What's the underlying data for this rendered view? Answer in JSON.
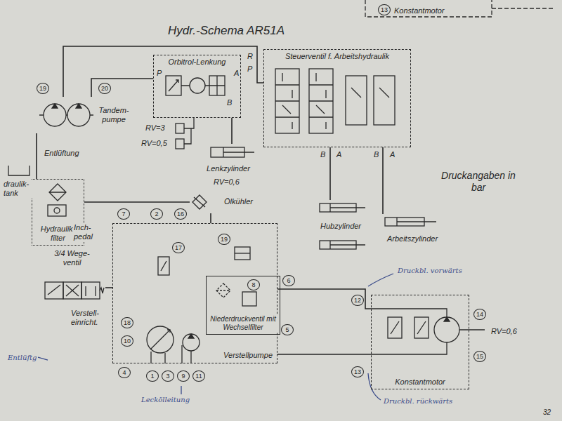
{
  "diagram": {
    "title": "Hydr.-Schema AR51A",
    "nodes": [
      {
        "text": [
          "Tandem- pumpe"
        ]
      },
      {
        "text": [
          "Orbitrol-Lenkung"
        ]
      },
      {
        "text": [
          "Lenkzylinder"
        ]
      },
      {
        "text": [
          "Steuerventil f. Arbeitshydraulik"
        ]
      },
      {
        "text": [
          "Hubzylinder"
        ]
      },
      {
        "text": [
          "Arbeitszylinder"
        ]
      },
      {
        "text": [
          "Hydraulik- filter"
        ]
      },
      {
        "text": [
          "Ölkühler"
        ]
      },
      {
        "text": [
          "3/4 Wege- ventil"
        ]
      },
      {
        "text": [
          "Verstellpumpe"
        ]
      },
      {
        "text": [
          "Niederdruckventil mit Wechselfilter"
        ],
        "in": 9
      },
      {
        "text": [
          "Konstantmotor"
        ]
      }
    ],
    "edges": [
      {
        "from": 6,
        "to": 0,
        "arrow": "none"
      },
      {
        "from": 0,
        "to": 1,
        "arrow": "none"
      },
      {
        "from": 0,
        "to": 3,
        "arrow": "none"
      },
      {
        "from": 1,
        "to": 2,
        "arrow": "none"
      },
      {
        "from": 3,
        "to": 4,
        "arrow": "none"
      },
      {
        "from": 3,
        "to": 5,
        "arrow": "none"
      },
      {
        "from": 7,
        "to": 6,
        "arrow": "none"
      },
      {
        "from": 9,
        "to": 7,
        "arrow": "none"
      },
      {
        "from": 8,
        "to": 9,
        "arrow": "none"
      },
      {
        "from": 9,
        "to": 11,
        "arrow": "none"
      },
      {
        "from": 9,
        "to": 11,
        "arrow": "none"
      }
    ],
    "labels": [
      "13",
      "Konstantmotor",
      "19",
      "20",
      "R",
      "P",
      "P",
      "A",
      "B",
      "RV=3",
      "RV=0,5",
      "Entlüftung",
      "draulik- tank",
      "B",
      "A",
      "B",
      "A",
      "Druckangaben in bar",
      "RV=0,6",
      "7",
      "2",
      "16",
      "Inch- pedal",
      "17",
      "19",
      "Verstell- einricht.",
      "6",
      "8",
      "5",
      "18",
      "10",
      "4",
      "1",
      "3",
      "9",
      "11",
      "12",
      "14",
      "15",
      "13",
      "RV=0,6",
      "Druckbl. vorwärts",
      "Druckbl. rückwärts",
      "Entlüftg",
      "Leckölleitung",
      "32"
    ]
  }
}
